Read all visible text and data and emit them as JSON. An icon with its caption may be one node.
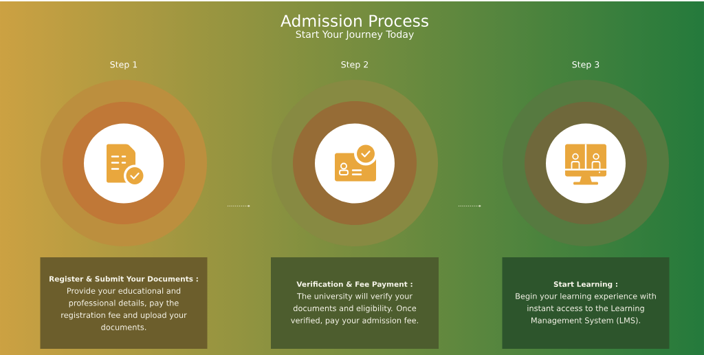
{
  "diagram": {
    "title": "Admission Process",
    "nodes": [
      {
        "text": [],
        "shape": "circle",
        "beside": [
          "Step 1"
        ]
      },
      {
        "text": [],
        "shape": "circle",
        "beside": [
          "Step 2"
        ]
      },
      {
        "text": [],
        "shape": "circle",
        "beside": [
          "Step 3"
        ]
      },
      {
        "text": [
          "Register & Submit Your Documents :",
          "Provide your educational and professional details, pay the registration fee and upload your documents."
        ]
      },
      {
        "text": [
          "Verification & Fee Payment :",
          "The university will verify your documents and eligibility. Once verified, pay your admission fee."
        ]
      },
      {
        "text": [
          "Start Learning :",
          "Begin your learning experience with instant access to the Learning Management System (LMS)."
        ]
      }
    ],
    "edges": [
      {
        "from": 0,
        "to": 1,
        "arrow": "to",
        "style": "dashed"
      },
      {
        "from": 1,
        "to": 2,
        "arrow": "to",
        "style": "dashed"
      }
    ],
    "labels": [
      "Start Your Journey Today"
    ]
  }
}
